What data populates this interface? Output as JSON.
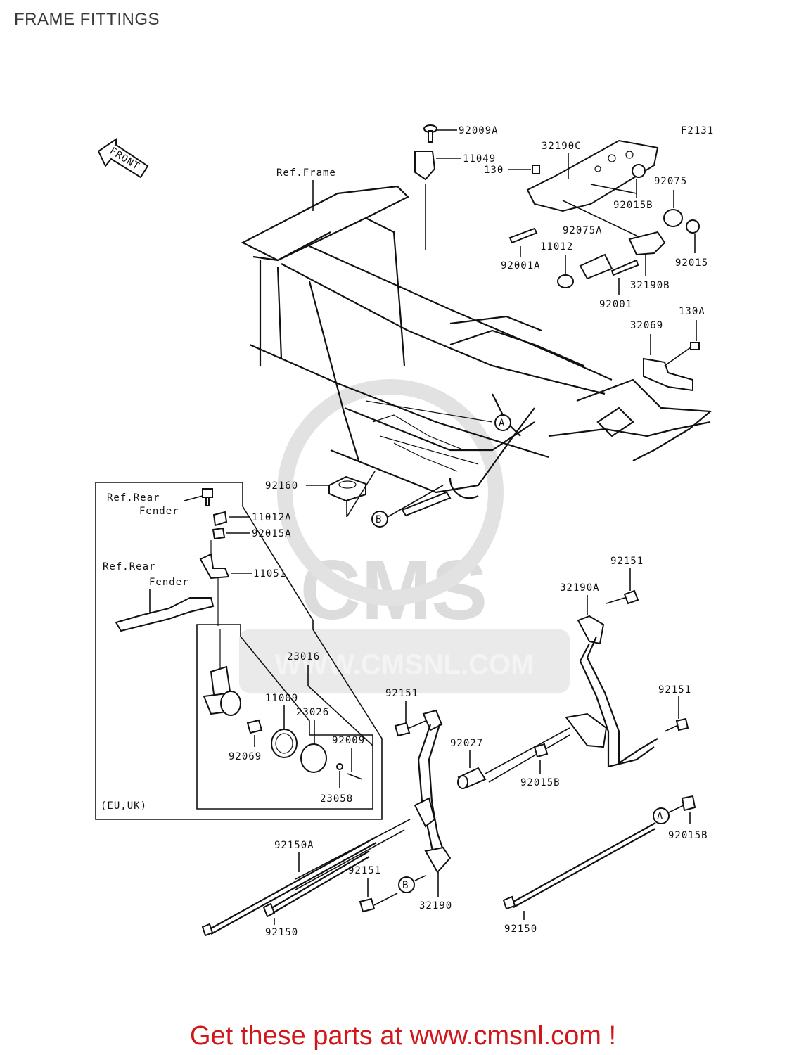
{
  "header": {
    "title": "FRAME FITTINGS"
  },
  "figure_code": "F2131",
  "front_arrow": "FRONT",
  "watermark": {
    "brand": "CMS",
    "site": "WWW.CMSNL.COM"
  },
  "footer": {
    "cta": "Get these parts at www.cmsnl.com !"
  },
  "reference_labels": {
    "frame": "Ref.Frame",
    "rear_fender_1": [
      "Ref.Rear",
      "Fender"
    ],
    "rear_fender_2": [
      "Ref.Rear",
      "Fender"
    ],
    "region": "(EU,UK)"
  },
  "callouts": {
    "a": "A",
    "b": "B"
  },
  "part_numbers": {
    "p92009A": "92009A",
    "p11049": "11049",
    "p32190C": "32190C",
    "p130": "130",
    "p92075": "92075",
    "p92015B_top": "92015B",
    "p92075A": "92075A",
    "p11012": "11012",
    "p92001A": "92001A",
    "p92015": "92015",
    "p32190B": "32190B",
    "p92001": "92001",
    "p32069": "32069",
    "p130A": "130A",
    "p92160": "92160",
    "p11012A": "11012A",
    "p92015A": "92015A",
    "p11051": "11051",
    "p23016": "23016",
    "p11009": "11009",
    "p23026": "23026",
    "p92009": "92009",
    "p92069": "92069",
    "p23058": "23058",
    "p92151_a": "92151",
    "p32190A": "32190A",
    "p92151_b": "92151",
    "p92151_c": "92151",
    "p92027": "92027",
    "p92015B_mid": "92015B",
    "p92150A": "92150A",
    "p92151_d": "92151",
    "p32190": "32190",
    "p92150_left": "92150",
    "p92015B_bot": "92015B",
    "p92150_right": "92150"
  }
}
